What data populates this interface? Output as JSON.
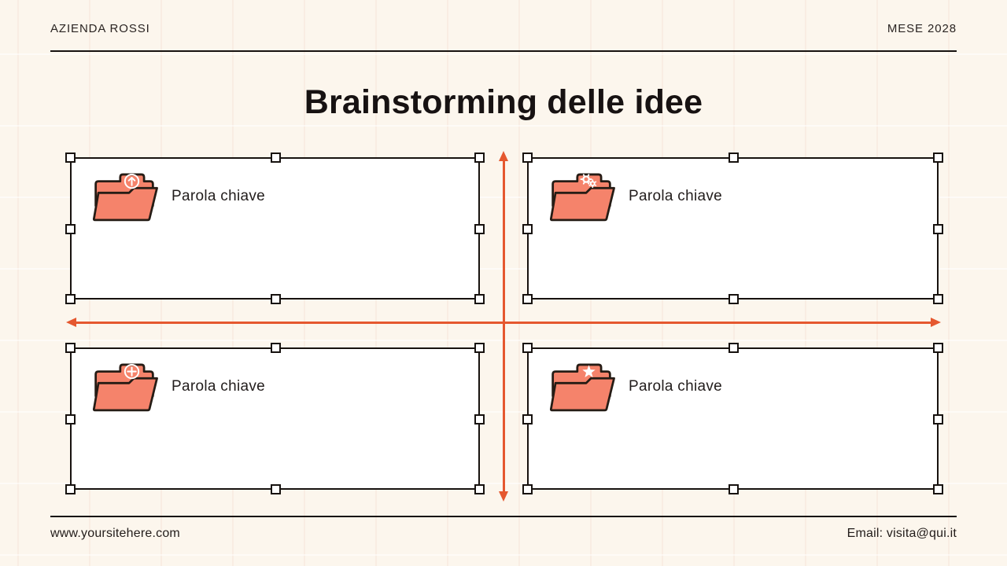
{
  "header": {
    "company": "AZIENDA ROSSI",
    "date": "MESE 2028"
  },
  "title": "Brainstorming delle idee",
  "quadrants": [
    {
      "position": "top-left",
      "icon": "folder-upload-icon",
      "badge": "circled-up-arrow",
      "label": "Parola chiave"
    },
    {
      "position": "top-right",
      "icon": "folder-gears-icon",
      "badge": "two-gears",
      "label": "Parola chiave"
    },
    {
      "position": "bottom-left",
      "icon": "folder-add-icon",
      "badge": "circled-plus",
      "label": "Parola chiave"
    },
    {
      "position": "bottom-right",
      "icon": "folder-star-icon",
      "badge": "star",
      "label": "Parola chiave"
    }
  ],
  "footer": {
    "website": "www.yoursitehere.com",
    "email": "Email: visita@qui.it"
  },
  "colors": {
    "background": "#FCF6ED",
    "ink": "#17120F",
    "axis_orange": "#E5582F",
    "folder_fill": "#F5836B",
    "folder_outline": "#261C15",
    "box_fill": "#FFFFFF"
  }
}
